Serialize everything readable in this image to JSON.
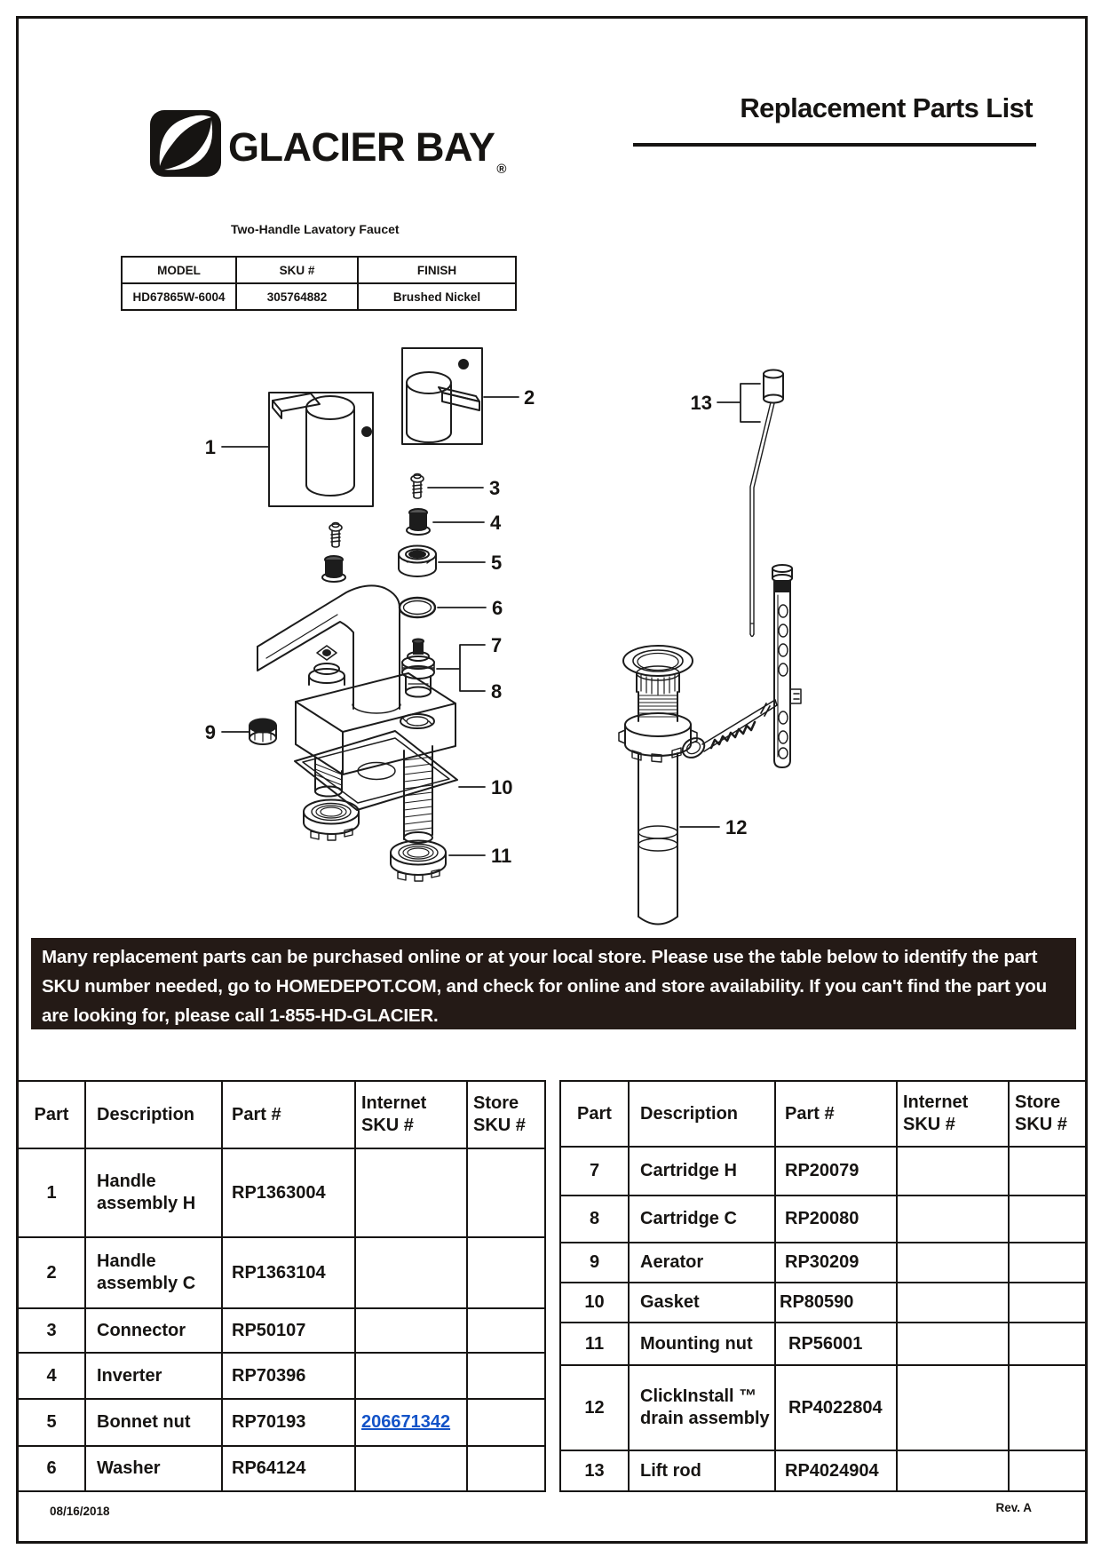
{
  "brand": {
    "name": "GLACIER BAY",
    "mark": "®"
  },
  "doc": {
    "title": "Replacement Parts List",
    "product": "Two-Handle Lavatory Faucet",
    "date": "08/16/2018",
    "revision": "Rev. A"
  },
  "model_table": {
    "headers": [
      "MODEL",
      "SKU #",
      "FINISH"
    ],
    "row": [
      "HD67865W-6004",
      "305764882",
      "Brushed Nickel"
    ]
  },
  "banner": {
    "text": "Many replacement parts can be purchased online or at your local store. Please use the table below to identify the part SKU number needed, go to HOMEDEPOT.COM, and check for online and store availability. If you can't find the part you are looking for, please call 1-855-HD-GLACIER."
  },
  "tables": {
    "headers": {
      "part": "Part",
      "desc": "Description",
      "part_no": "Part #",
      "inet1": "Internet",
      "inet2": "SKU #",
      "store1": "Store",
      "store2": "SKU #"
    },
    "left": {
      "rows": [
        {
          "part": "1",
          "desc": "Handle assembly H",
          "part_no": "RP1363004",
          "internet": "",
          "store": ""
        },
        {
          "part": "2",
          "desc": "Handle assembly C",
          "part_no": "RP1363104",
          "internet": "",
          "store": ""
        },
        {
          "part": "3",
          "desc": "Connector",
          "part_no": "RP50107",
          "internet": "",
          "store": ""
        },
        {
          "part": "4",
          "desc": "Inverter",
          "part_no": "RP70396",
          "internet": "",
          "store": ""
        },
        {
          "part": "5",
          "desc": "Bonnet nut",
          "part_no": "RP70193",
          "internet": "206671342",
          "store": ""
        },
        {
          "part": "6",
          "desc": "Washer",
          "part_no": "RP64124",
          "internet": "",
          "store": ""
        }
      ]
    },
    "right": {
      "rows": [
        {
          "part": "7",
          "desc": "Cartridge H",
          "part_no": "RP20079",
          "internet": "",
          "store": ""
        },
        {
          "part": "8",
          "desc": "Cartridge C",
          "part_no": "RP20080",
          "internet": "",
          "store": ""
        },
        {
          "part": "9",
          "desc": "Aerator",
          "part_no": "RP30209",
          "internet": "",
          "store": ""
        },
        {
          "part": "10",
          "desc": "Gasket",
          "part_no": "RP80590",
          "internet": "",
          "store": ""
        },
        {
          "part": "11",
          "desc": "Mounting nut",
          "part_no": "RP56001",
          "internet": "",
          "store": ""
        },
        {
          "part": "12",
          "desc": "ClickInstall ™ drain assembly",
          "part_no": "RP4022804",
          "internet": "",
          "store": ""
        },
        {
          "part": "13",
          "desc": "Lift rod",
          "part_no": "RP4024904",
          "internet": "",
          "store": ""
        }
      ]
    }
  },
  "diagram": {
    "callouts": [
      "1",
      "2",
      "3",
      "4",
      "5",
      "6",
      "7",
      "8",
      "9",
      "10",
      "11",
      "12",
      "13"
    ]
  }
}
